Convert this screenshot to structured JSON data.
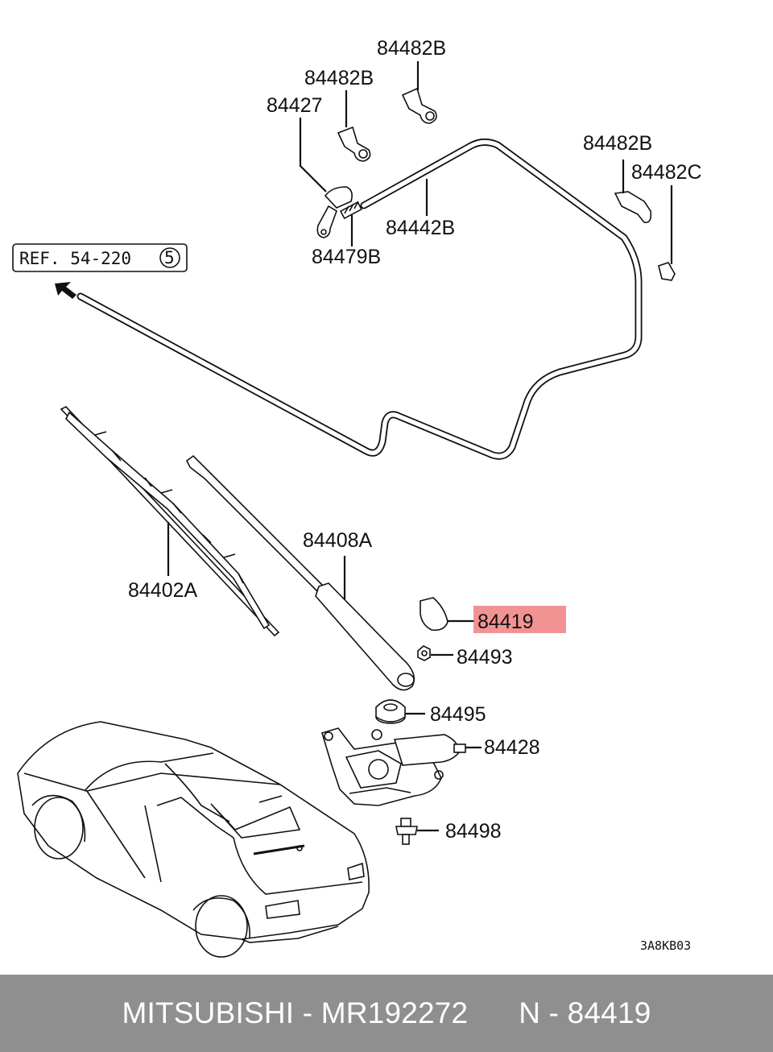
{
  "reference": {
    "text": "REF. 54-220",
    "circled": "5"
  },
  "diagram_code": "3A8KB03",
  "highlight_color": "#f08080",
  "parts": {
    "p84482B_top": "84482B",
    "p84482B_left": "84482B",
    "p84427": "84427",
    "p84482B_right": "84482B",
    "p84482C": "84482C",
    "p84442B": "84442B",
    "p84479B": "84479B",
    "p84408A": "84408A",
    "p84402A": "84402A",
    "p84419": "84419",
    "p84493": "84493",
    "p84495": "84495",
    "p84428": "84428",
    "p84498": "84498"
  },
  "footer": {
    "text": "MITSUBISHI - MR192272      N - 84419"
  }
}
